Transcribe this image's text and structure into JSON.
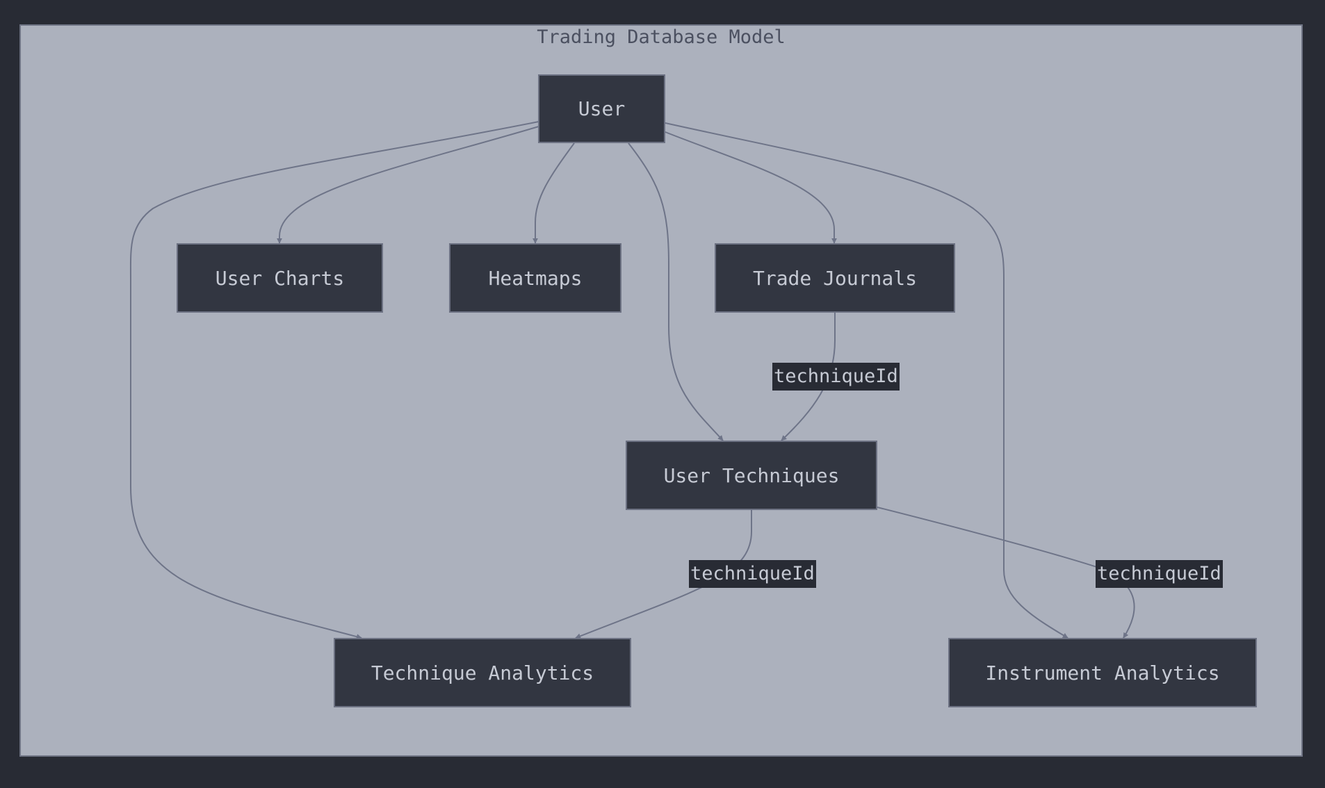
{
  "diagram": {
    "title": "Trading Database Model",
    "nodes": {
      "user": "User",
      "user_charts": "User Charts",
      "heatmaps": "Heatmaps",
      "trade_journals": "Trade Journals",
      "user_techniques": "User Techniques",
      "technique_analytics": "Technique Analytics",
      "instrument_analytics": "Instrument Analytics"
    },
    "edge_labels": {
      "journals_to_techniques": "techniqueId",
      "techniques_to_technique_analytics": "techniqueId",
      "techniques_to_instrument_analytics": "techniqueId"
    },
    "edges": [
      {
        "from": "User",
        "to": "User Charts"
      },
      {
        "from": "User",
        "to": "Heatmaps"
      },
      {
        "from": "User",
        "to": "Trade Journals"
      },
      {
        "from": "User",
        "to": "User Techniques"
      },
      {
        "from": "User",
        "to": "Technique Analytics"
      },
      {
        "from": "User",
        "to": "Instrument Analytics"
      },
      {
        "from": "Trade Journals",
        "to": "User Techniques",
        "label": "techniqueId"
      },
      {
        "from": "User Techniques",
        "to": "Technique Analytics",
        "label": "techniqueId"
      },
      {
        "from": "User Techniques",
        "to": "Instrument Analytics",
        "label": "techniqueId"
      }
    ],
    "colors": {
      "background": "#282b34",
      "canvas": "#acb1bd",
      "node_fill": "#323641",
      "node_text": "#c6cad4",
      "edge": "#6e7488",
      "title_text": "#4b5060"
    }
  }
}
